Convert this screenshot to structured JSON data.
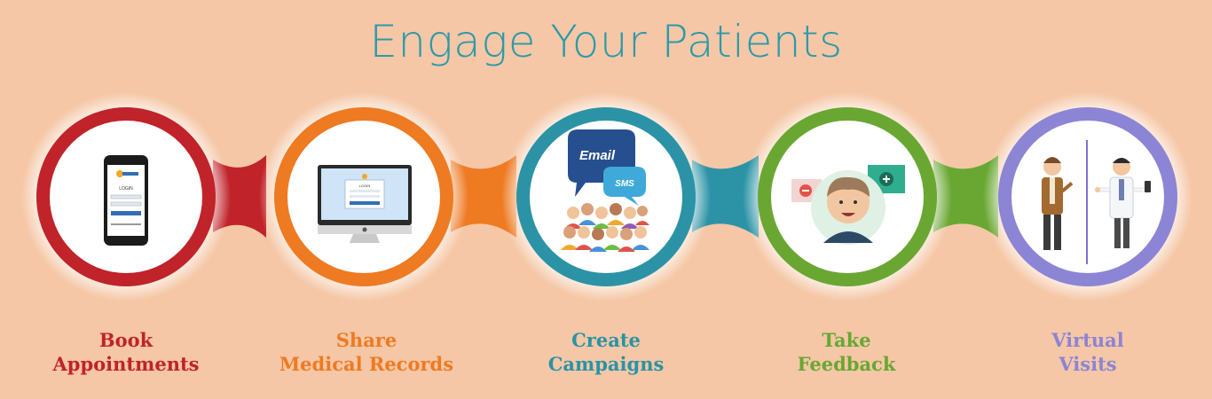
{
  "title": "Engage Your Patients",
  "colors": {
    "background": "#f5c7a6",
    "title": "#2c9aaa",
    "red": "#c0232a",
    "orange": "#ee7a22",
    "teal": "#2b93a5",
    "green": "#69a732",
    "purple": "#8c84d4"
  },
  "steps": [
    {
      "line1": "Book",
      "line2": "Appointments",
      "color": "#c0232a",
      "icon": "mobile-phone-icon"
    },
    {
      "line1": "Share",
      "line2": "Medical Records",
      "color": "#ee7a22",
      "icon": "desktop-computer-icon"
    },
    {
      "line1": "Create",
      "line2": "Campaigns",
      "color": "#2b93a5",
      "icon": "email-sms-crowd-icon"
    },
    {
      "line1": "Take",
      "line2": "Feedback",
      "color": "#69a732",
      "icon": "feedback-person-icon"
    },
    {
      "line1": "Virtual",
      "line2": "Visits",
      "color": "#8c84d4",
      "icon": "doctor-patient-icon"
    }
  ],
  "phone_screen": {
    "heading": "LOGIN"
  },
  "monitor_screen": {
    "heading": "LOGIN"
  },
  "bubbles": {
    "email": "Email",
    "sms": "SMS"
  }
}
